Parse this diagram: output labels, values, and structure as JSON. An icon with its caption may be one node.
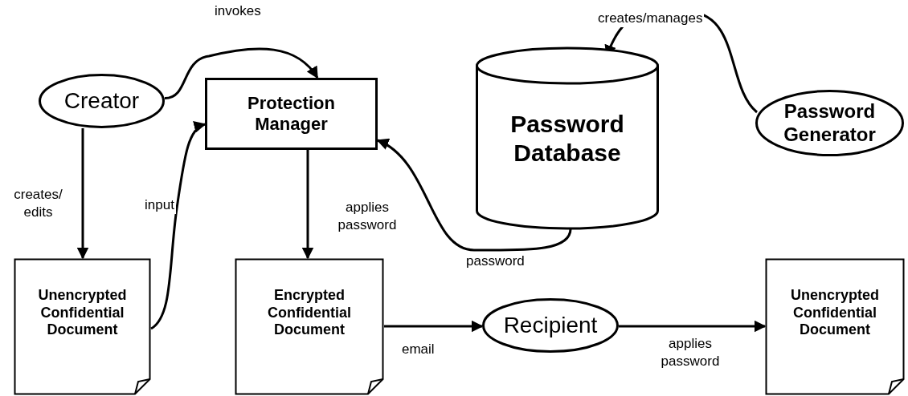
{
  "diagram": {
    "nodes": [
      {
        "text": [
          "Creator"
        ]
      },
      {
        "text": [
          "Protection Manager"
        ]
      },
      {
        "text": [
          "Password Database"
        ]
      },
      {
        "text": [
          "Password Generator"
        ]
      },
      {
        "text": [
          "Unencrypted Confidential Document"
        ]
      },
      {
        "text": [
          "Encrypted Confidential Document"
        ]
      },
      {
        "text": [
          "Recipient"
        ]
      },
      {
        "text": [
          "Unencrypted Confidential Document"
        ]
      }
    ],
    "edges": [
      {
        "from": 0,
        "to": 1,
        "arrow": "to",
        "label": "invokes"
      },
      {
        "from": 3,
        "to": 2,
        "arrow": "to",
        "label": "creates/manages"
      },
      {
        "from": 0,
        "to": 4,
        "arrow": "to",
        "label": "creates/ edits"
      },
      {
        "from": 4,
        "to": 1,
        "arrow": "to",
        "label": "input"
      },
      {
        "from": 2,
        "to": 1,
        "arrow": "to",
        "label": "password"
      },
      {
        "from": 1,
        "to": 5,
        "arrow": "to",
        "label": "applies password"
      },
      {
        "from": 5,
        "to": 6,
        "arrow": "to",
        "label": "email"
      },
      {
        "from": 6,
        "to": 7,
        "arrow": "to",
        "label": "applies password"
      }
    ]
  }
}
